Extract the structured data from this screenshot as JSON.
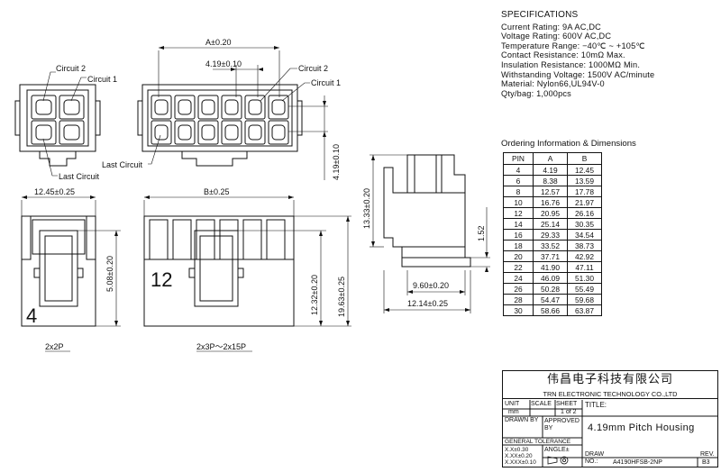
{
  "specifications": {
    "heading": "SPECIFICATIONS",
    "lines": [
      "Current Rating: 9A AC,DC",
      "Voltage Rating: 600V AC,DC",
      "Temperature Range: −40℃ ~ +105℃",
      "Contact Resistance: 10mΩ Max.",
      "Insulation Resistance: 1000MΩ Min.",
      "Withstanding Voltage: 1500V AC/minute",
      "Material: Nylon66,UL94V-0",
      "Qty/bag: 1,000pcs"
    ]
  },
  "ordering": {
    "title": "Ordering Information & Dimensions",
    "headers": [
      "PIN",
      "A",
      "B"
    ],
    "rows": [
      [
        "4",
        "4.19",
        "12.45"
      ],
      [
        "6",
        "8.38",
        "13.59"
      ],
      [
        "8",
        "12.57",
        "17.78"
      ],
      [
        "10",
        "16.76",
        "21.97"
      ],
      [
        "12",
        "20.95",
        "26.16"
      ],
      [
        "14",
        "25.14",
        "30.35"
      ],
      [
        "16",
        "29.33",
        "34.54"
      ],
      [
        "18",
        "33.52",
        "38.73"
      ],
      [
        "20",
        "37.71",
        "42.92"
      ],
      [
        "22",
        "41.90",
        "47.11"
      ],
      [
        "24",
        "46.09",
        "51.30"
      ],
      [
        "26",
        "50.28",
        "55.49"
      ],
      [
        "28",
        "54.47",
        "59.68"
      ],
      [
        "30",
        "58.66",
        "63.87"
      ]
    ]
  },
  "drawing": {
    "circuit2": "Circuit 2",
    "circuit1": "Circuit 1",
    "last_circuit": "Last Circuit",
    "dim_a": "A±0.20",
    "dim_pitch": "4.19±0.10",
    "dim_pitch_v": "4.19±0.10",
    "dim_1245": "12.45±0.25",
    "dim_b": "B±0.25",
    "dim_508": "5.08±0.20",
    "dim_1232": "12.32±0.20",
    "dim_1963": "19.63±0.25",
    "dim_1333": "13.33±0.20",
    "dim_152": "1.52",
    "dim_960": "9.60±0.20",
    "dim_1214": "12.14±0.25",
    "mark_4": "4",
    "mark_12": "12",
    "caption_left": "2x2P",
    "caption_mid": "2x3P～2x15P"
  },
  "titleblock": {
    "company_cn": "伟昌电子科技有限公司",
    "company_en": "TRN ELECTRONIC TECHNOLOGY CO.,LTD",
    "unit_label": "UNIT",
    "unit_value": "mm",
    "scale_label": "SCALE",
    "sheet_label": "SHEET",
    "sheet_value": "1 of 2",
    "title_label": "TITLE:",
    "drawn_by": "DRAWN BY",
    "approved_by": "APPROVED BY",
    "title_value": "4.19mm Pitch Housing",
    "general_tol": "GENERAL TOLERANCE",
    "tol_1": "X.X±0.30",
    "tol_2": "X.XX±0.20",
    "tol_3": "X.XXX±0.10",
    "angle": "ANGLE±",
    "draw_no_label": "DRAW NO.:",
    "draw_no_value": "A4190HFSB-2NP",
    "rev_label": "REV.",
    "rev_value": "B3"
  }
}
